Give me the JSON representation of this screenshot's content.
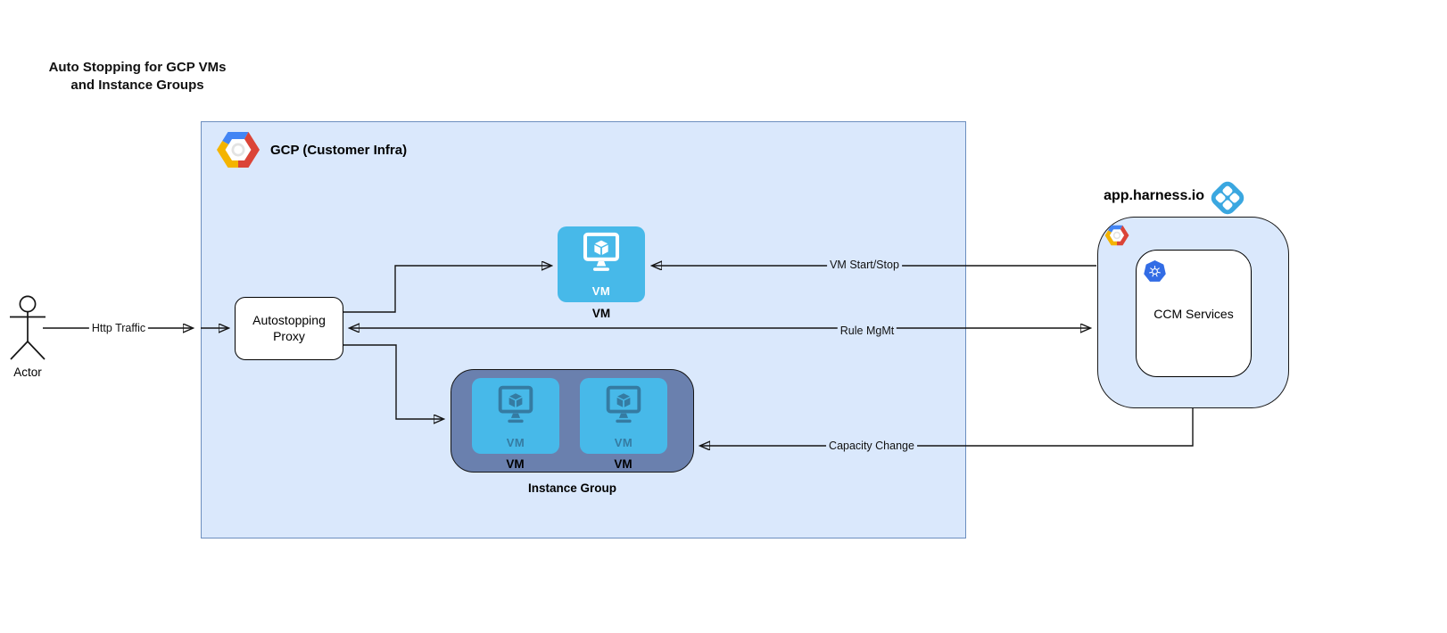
{
  "title": "Auto Stopping for GCP VMs and Instance Groups",
  "actor": {
    "label": "Actor"
  },
  "gcp": {
    "label": "GCP (Customer Infra)"
  },
  "proxy": {
    "label": "Autostopping Proxy"
  },
  "vm": {
    "icon_text": "VM",
    "label": "VM"
  },
  "instance_group": {
    "label": "Instance Group",
    "vms": [
      {
        "icon_text": "VM",
        "label": "VM"
      },
      {
        "icon_text": "VM",
        "label": "VM"
      }
    ]
  },
  "harness": {
    "label": "app.harness.io",
    "ccm_label": "CCM Services"
  },
  "edges": {
    "http_traffic": "Http Traffic",
    "vm_start_stop": "VM Start/Stop",
    "rule_mgmt": "Rule MgMt",
    "capacity_change": "Capacity Change"
  },
  "icons": [
    "actor-icon",
    "gcp-logo-icon",
    "vm-monitor-icon",
    "kubernetes-icon",
    "harness-logo-icon"
  ],
  "colors": {
    "container_fill": "#dae8fc",
    "container_stroke": "#6c8ebf",
    "instance_group_fill": "#6a80ae",
    "vm_blue": "#47b9e9",
    "kubernetes_blue": "#326ce5",
    "harness_blue": "#3aa7e0",
    "gcp_logo_blue": "#4385f4",
    "gcp_logo_red": "#db4437",
    "gcp_logo_yellow": "#f4b400",
    "edge_stroke": "#141414"
  }
}
